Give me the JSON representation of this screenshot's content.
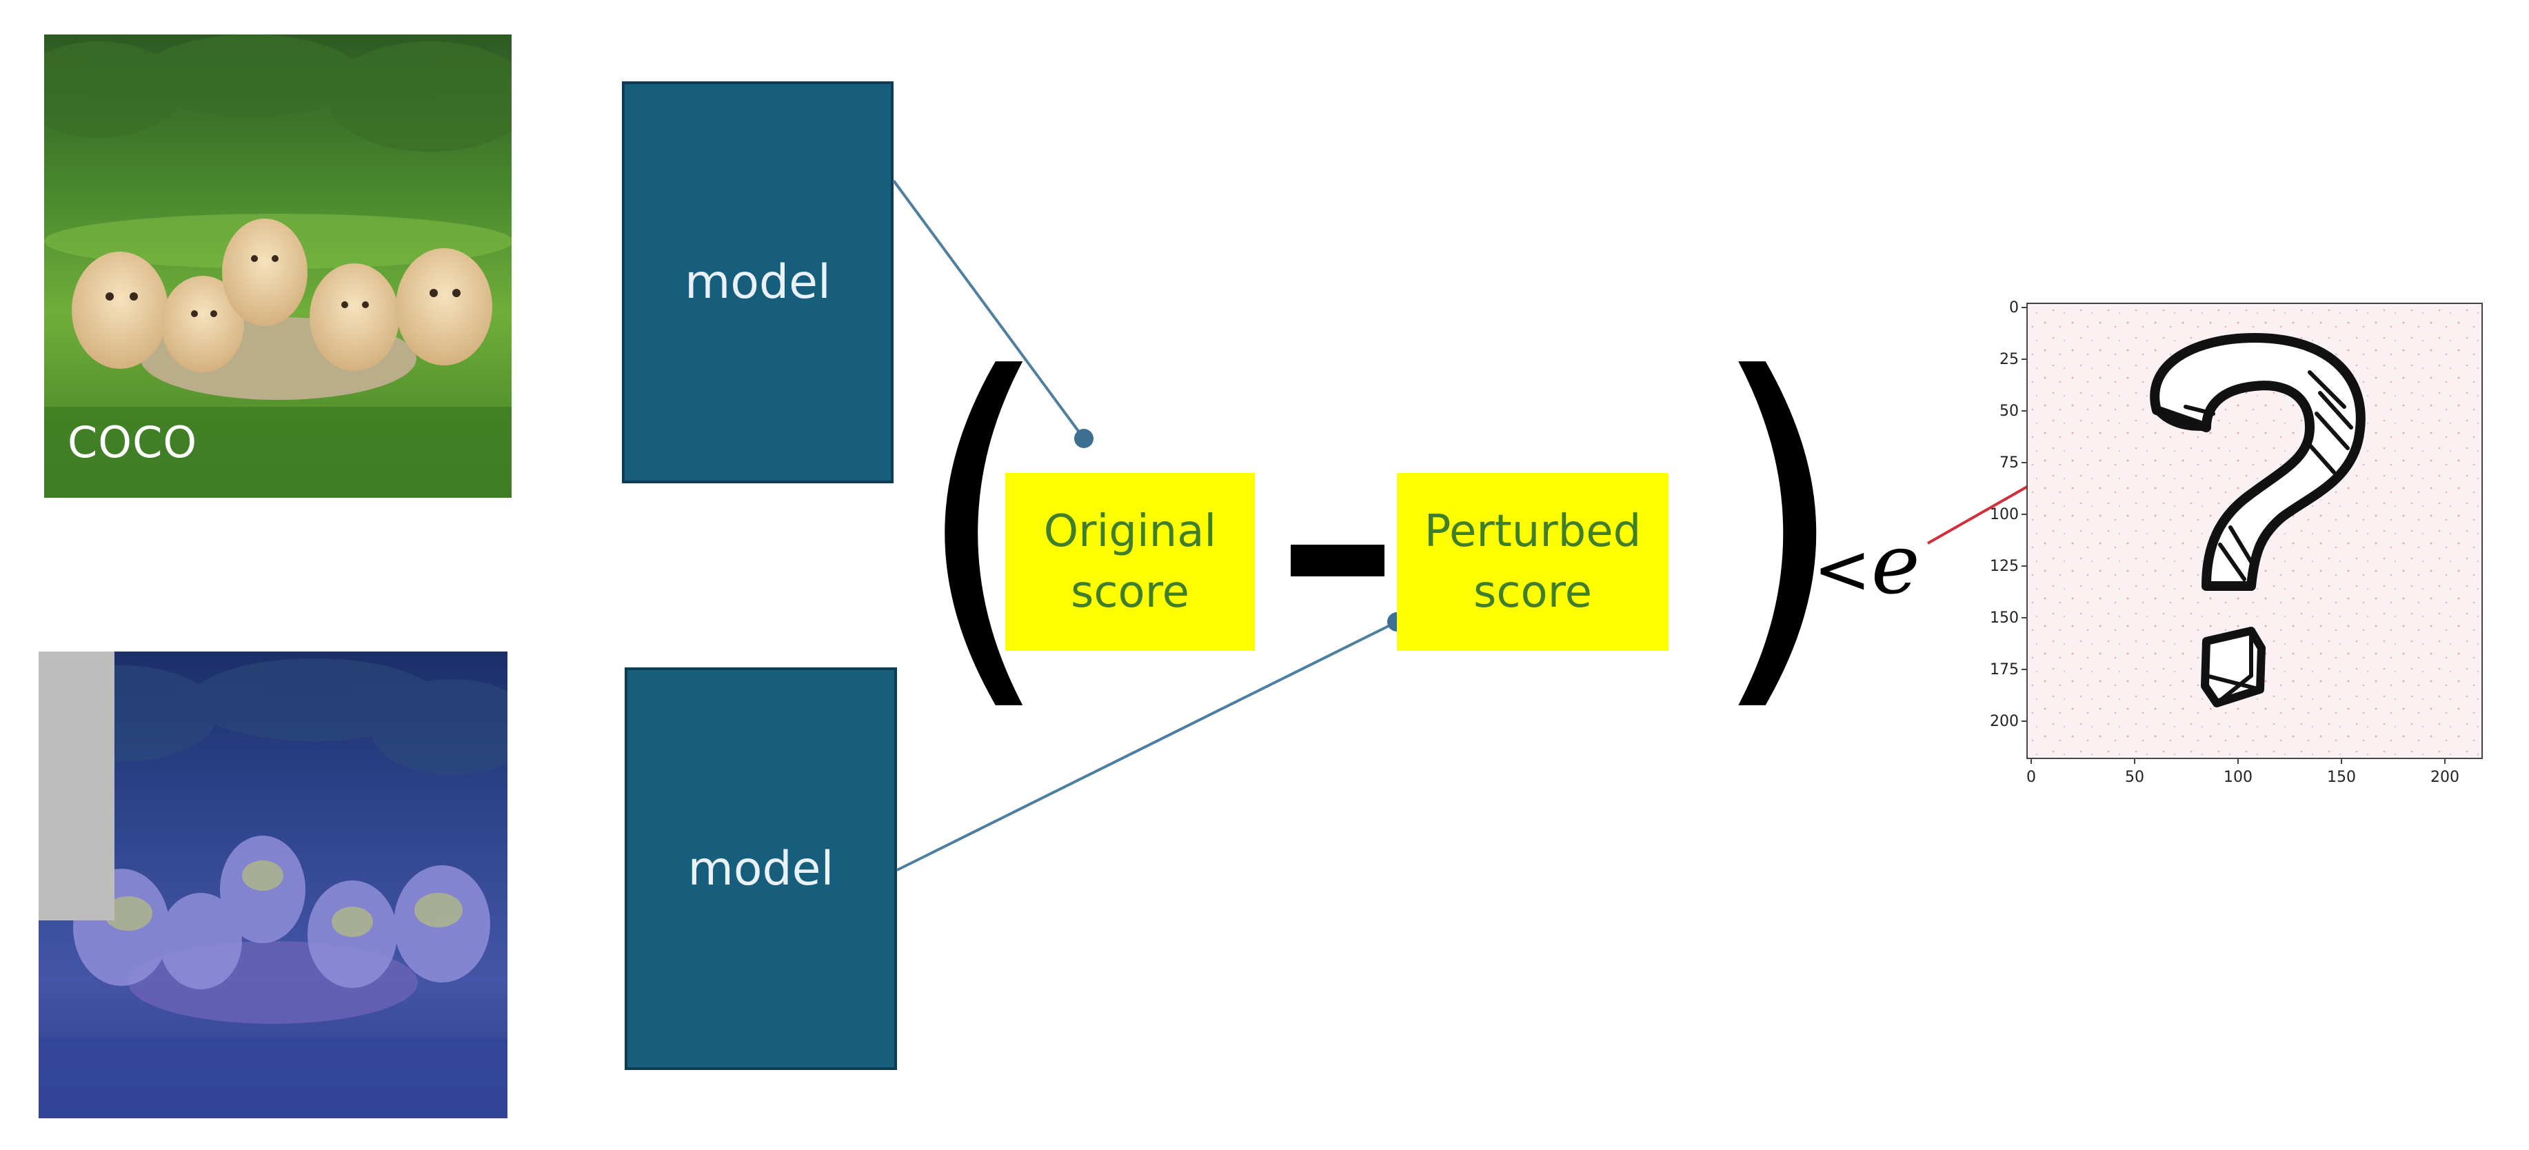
{
  "photo_original": {
    "label": "COCO",
    "scene": "puppies-on-grass"
  },
  "photo_perturbed": {
    "scene": "puppies-on-grass-blue-overlay",
    "occlusion": "gray-rectangle"
  },
  "model_top": {
    "label": "model"
  },
  "model_bottom": {
    "label": "model"
  },
  "formula": {
    "open_paren": "(",
    "close_paren": ")",
    "original_score": "Original score",
    "minus": "−",
    "perturbed_score": "Perturbed score",
    "less_than": "<",
    "epsilon": "e"
  },
  "heatmap": {
    "y_ticks": [
      "0",
      "25",
      "50",
      "75",
      "100",
      "125",
      "150",
      "175",
      "200"
    ],
    "x_ticks": [
      "0",
      "50",
      "100",
      "150",
      "200"
    ],
    "overlay_icon": "question-mark-icon"
  },
  "colors": {
    "model_fill": "#175e7c",
    "score_fill": "#ffff00",
    "score_text": "#3f7f2b",
    "connector": "#4f7f9f",
    "arrow_red": "#d0303a"
  }
}
